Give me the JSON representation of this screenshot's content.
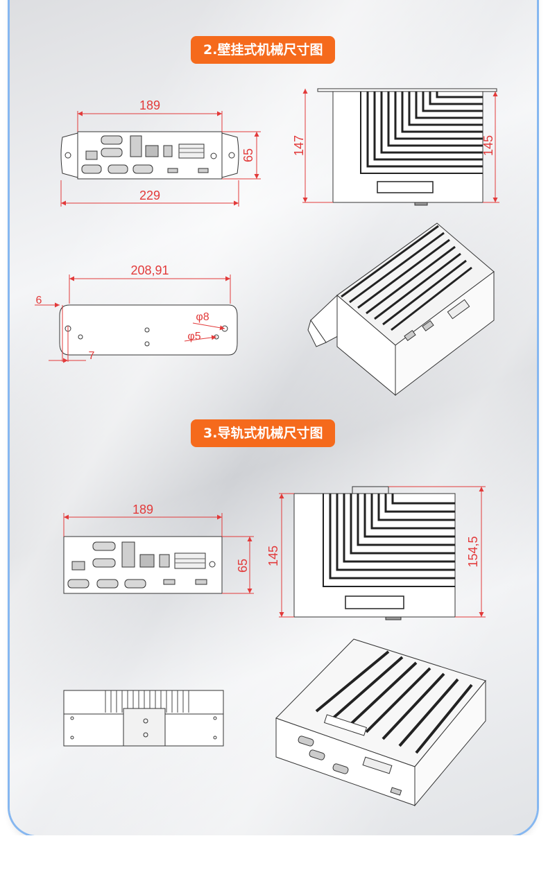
{
  "sections": [
    {
      "title": "2.壁挂式机械尺寸图"
    },
    {
      "title": "3.导轨式机械尺寸图"
    }
  ],
  "dimensions": {
    "wall_front_width": "189",
    "wall_front_height": "65",
    "wall_overall_width": "229",
    "wall_side_depth": "147",
    "wall_side_height": "145",
    "wall_bracket_span": "208,91",
    "wall_bracket_left_offset": "6",
    "wall_bracket_edge": "7",
    "wall_hole_large": "φ8",
    "wall_hole_small": "φ5",
    "rail_front_width": "189",
    "rail_front_height": "65",
    "rail_side_depth": "145",
    "rail_side_height": "154,5"
  },
  "colors": {
    "accent": "#f56a1c",
    "dimension": "#e23a3a",
    "border": "#86b7f0",
    "line": "#333333"
  }
}
